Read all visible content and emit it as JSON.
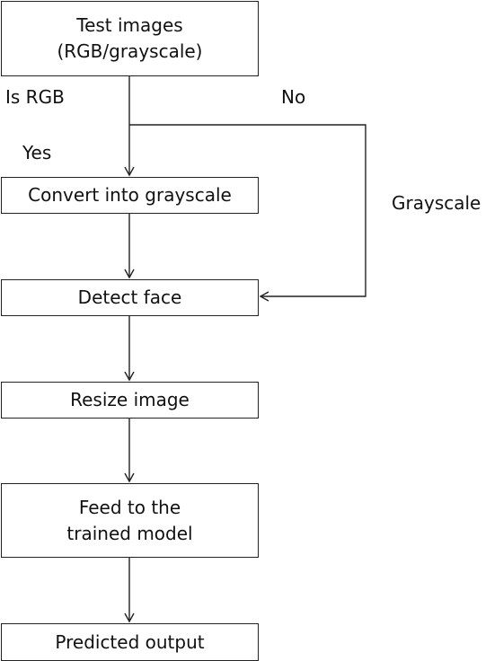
{
  "flowchart": {
    "nodes": {
      "test_images": "Test images\n(RGB/grayscale)",
      "convert_grayscale": "Convert into grayscale",
      "detect_face": "Detect face",
      "resize_image": "Resize image",
      "feed_model": "Feed to the\ntrained model",
      "predicted_output": "Predicted output"
    },
    "labels": {
      "is_rgb": "Is RGB",
      "no": "No",
      "yes": "Yes",
      "grayscale": "Grayscale"
    },
    "edges": [
      {
        "from": "test_images",
        "to": "convert_grayscale",
        "label": "Yes"
      },
      {
        "from": "test_images",
        "to": "detect_face",
        "label": "No"
      },
      {
        "from": "convert_grayscale",
        "to": "detect_face"
      },
      {
        "from": "detect_face",
        "to": "resize_image"
      },
      {
        "from": "resize_image",
        "to": "feed_model"
      },
      {
        "from": "feed_model",
        "to": "predicted_output"
      }
    ],
    "line_color": "#222222"
  }
}
